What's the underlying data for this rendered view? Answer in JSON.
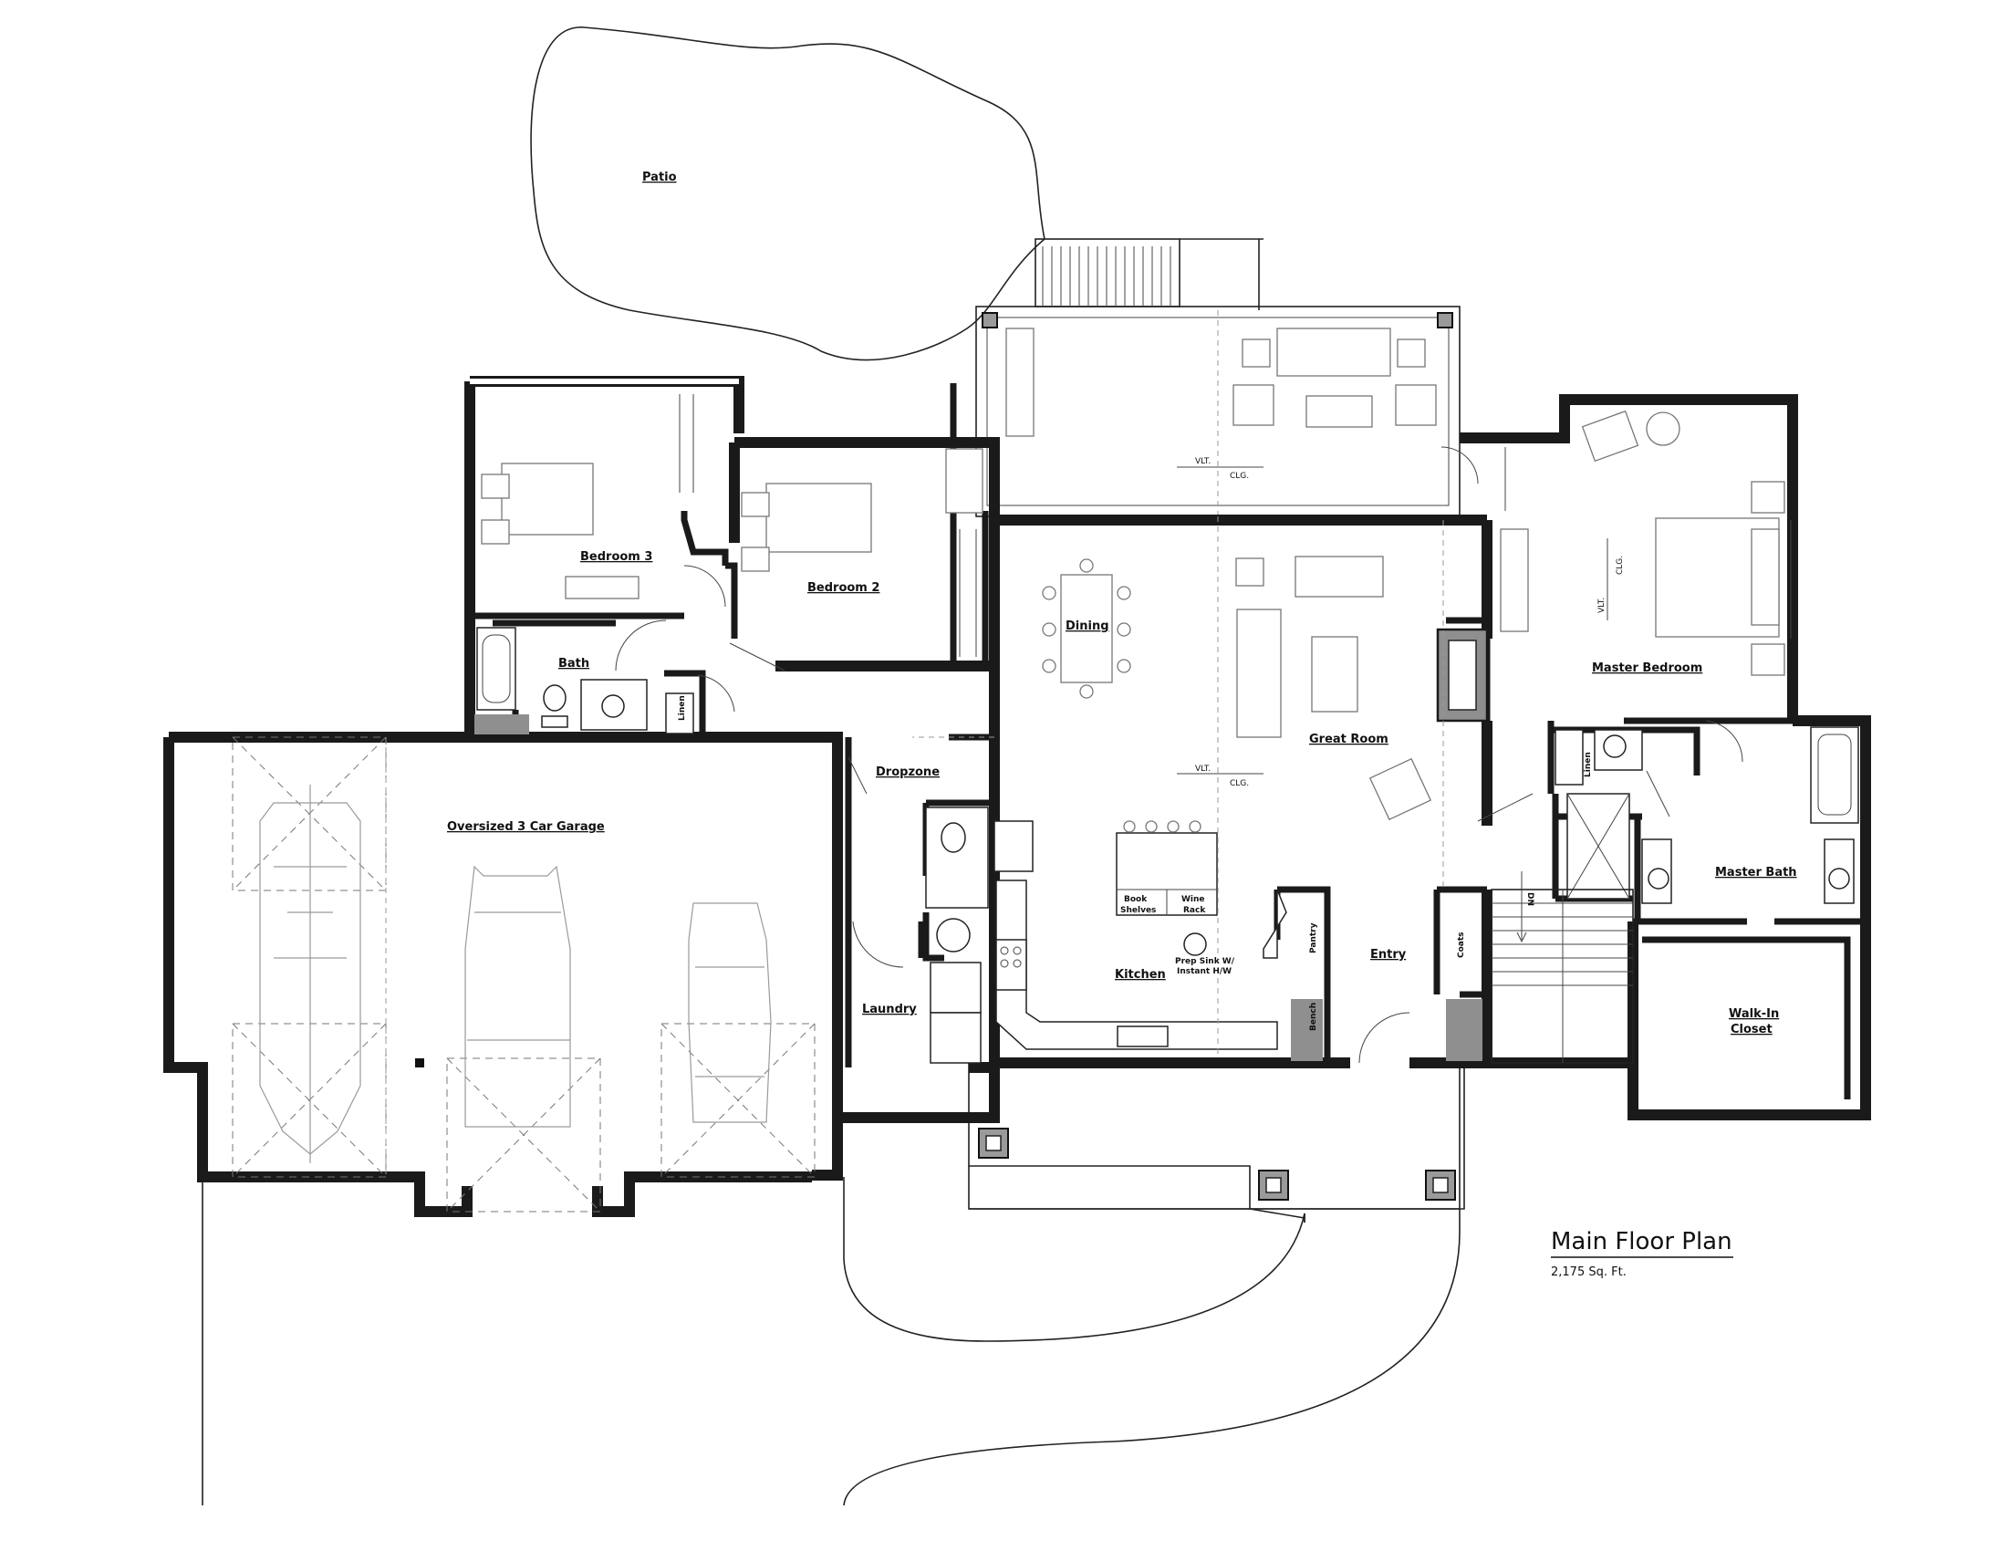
{
  "plan": {
    "title": "Main Floor Plan",
    "area": "2,175 Sq. Ft."
  },
  "rooms": {
    "patio": "Patio",
    "bedroom3": "Bedroom 3",
    "bedroom2": "Bedroom 2",
    "bath": "Bath",
    "linen1": "Linen",
    "garage": "Oversized 3 Car Garage",
    "dropzone": "Dropzone",
    "laundry": "Laundry",
    "dining": "Dining",
    "kitchen": "Kitchen",
    "great_room": "Great Room",
    "entry": "Entry",
    "pantry": "Pantry",
    "bench": "Bench",
    "coats": "Coats",
    "master_bedroom": "Master Bedroom",
    "master_bath": "Master Bath",
    "linen2": "Linen",
    "walk_in_closet_1": "Walk-In",
    "walk_in_closet_2": "Closet"
  },
  "notes": {
    "vlt": "VLT.",
    "clg": "CLG.",
    "book_1": "Book",
    "book_2": "Shelves",
    "wine_1": "Wine",
    "wine_2": "Rack",
    "prep_1": "Prep Sink W/",
    "prep_2": "Instant H/W",
    "dn": "DN"
  }
}
